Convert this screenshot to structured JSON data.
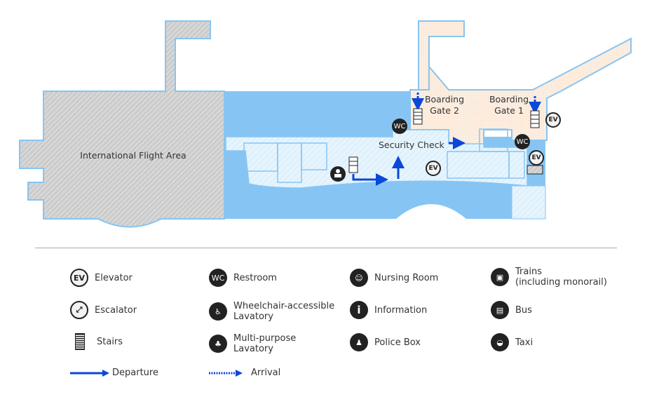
{
  "map": {
    "international_area": "International Flight Area",
    "security_check": "Security Check",
    "gate2": [
      "Boarding",
      "Gate 2"
    ],
    "gate1": [
      "Boarding",
      "Gate 1"
    ],
    "ev": "EV",
    "wc": "WC"
  },
  "legend": {
    "elevator": "Elevator",
    "restroom": "Restroom",
    "nursing": "Nursing Room",
    "trains": [
      "Trains",
      "(including monorail)"
    ],
    "escalator": "Escalator",
    "wheelchair": [
      "Wheelchair-accessible",
      "Lavatory"
    ],
    "information": "Information",
    "bus": "Bus",
    "stairs": "Stairs",
    "multipurpose": [
      "Multi-purpose",
      "Lavatory"
    ],
    "police": "Police Box",
    "taxi": "Taxi",
    "departure": "Departure",
    "arrival": "Arrival",
    "ev_icon": "EV",
    "wc_icon": "WC"
  },
  "colors": {
    "blue": "#86c5f3",
    "light_blue": "#e3f3fd",
    "peach": "#fcebdc",
    "outline": "#7ab8e8",
    "arrow": "#0a48d8"
  }
}
